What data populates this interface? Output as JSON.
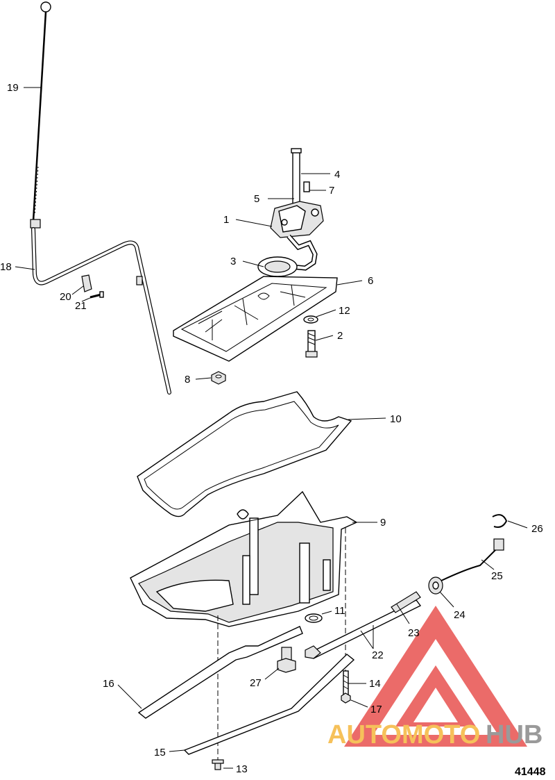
{
  "diagram": {
    "figure_number": "41448",
    "callouts": [
      {
        "id": "1",
        "label": "1"
      },
      {
        "id": "2",
        "label": "2"
      },
      {
        "id": "3",
        "label": "3"
      },
      {
        "id": "4",
        "label": "4"
      },
      {
        "id": "5",
        "label": "5"
      },
      {
        "id": "6",
        "label": "6"
      },
      {
        "id": "7",
        "label": "7"
      },
      {
        "id": "8",
        "label": "8"
      },
      {
        "id": "9",
        "label": "9"
      },
      {
        "id": "10",
        "label": "10"
      },
      {
        "id": "11",
        "label": "11"
      },
      {
        "id": "12",
        "label": "12"
      },
      {
        "id": "13",
        "label": "13"
      },
      {
        "id": "14",
        "label": "14"
      },
      {
        "id": "15",
        "label": "15"
      },
      {
        "id": "16",
        "label": "16"
      },
      {
        "id": "17",
        "label": "17"
      },
      {
        "id": "18",
        "label": "18"
      },
      {
        "id": "19",
        "label": "19"
      },
      {
        "id": "20",
        "label": "20"
      },
      {
        "id": "21",
        "label": "21"
      },
      {
        "id": "22",
        "label": "22"
      },
      {
        "id": "23",
        "label": "23"
      },
      {
        "id": "24",
        "label": "24"
      },
      {
        "id": "25",
        "label": "25"
      },
      {
        "id": "26",
        "label": "26"
      },
      {
        "id": "27",
        "label": "27"
      }
    ]
  },
  "watermark": {
    "text_part1": "AUTOMOTO",
    "text_part2": "HUB",
    "color_part1": "#f6c15a",
    "color_part2": "#9a9a9a",
    "logo_color": "#e8524f"
  }
}
